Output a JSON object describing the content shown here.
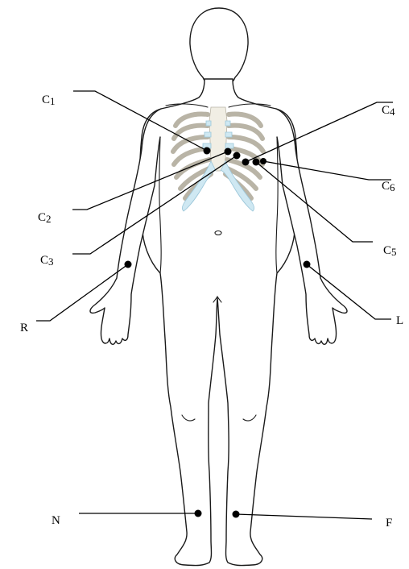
{
  "labels": {
    "c1": {
      "letter": "C",
      "number": "1"
    },
    "c2": {
      "letter": "C",
      "number": "2"
    },
    "c3": {
      "letter": "C",
      "number": "3"
    },
    "c4": {
      "letter": "C",
      "number": "4"
    },
    "c5": {
      "letter": "C",
      "number": "5"
    },
    "c6": {
      "letter": "C",
      "number": "6"
    },
    "r": "R",
    "l": "L",
    "n": "N",
    "f": "F"
  },
  "colors": {
    "line": "#000000",
    "electrode": "#000000",
    "cartilage": "#cfe8f2",
    "ribs": "#b9b4a6"
  }
}
